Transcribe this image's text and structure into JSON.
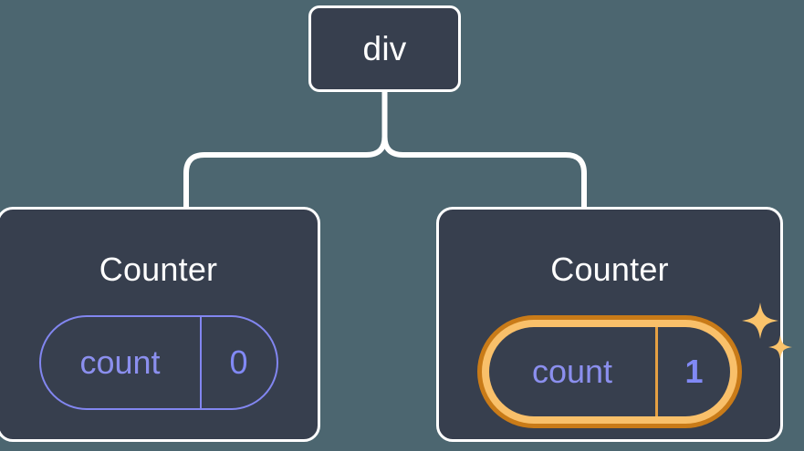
{
  "diagram": {
    "type": "component-tree",
    "background_color": "#4c6670",
    "node_fill_color": "#373f4e",
    "node_border_color": "#ffffff",
    "connector_color": "#ffffff",
    "accent_state_color": "#8286f0",
    "highlight_outer_color": "#c97b18",
    "highlight_inner_color": "#f9c06a",
    "sparkle_color": "#fac36b",
    "root": {
      "label": "div"
    },
    "children": [
      {
        "title": "Counter",
        "state": {
          "key": "count",
          "value": "0"
        },
        "highlighted": false
      },
      {
        "title": "Counter",
        "state": {
          "key": "count",
          "value": "1"
        },
        "highlighted": true
      }
    ]
  },
  "icons": {
    "sparkle_large": "sparkle-icon",
    "sparkle_small": "sparkle-icon"
  }
}
